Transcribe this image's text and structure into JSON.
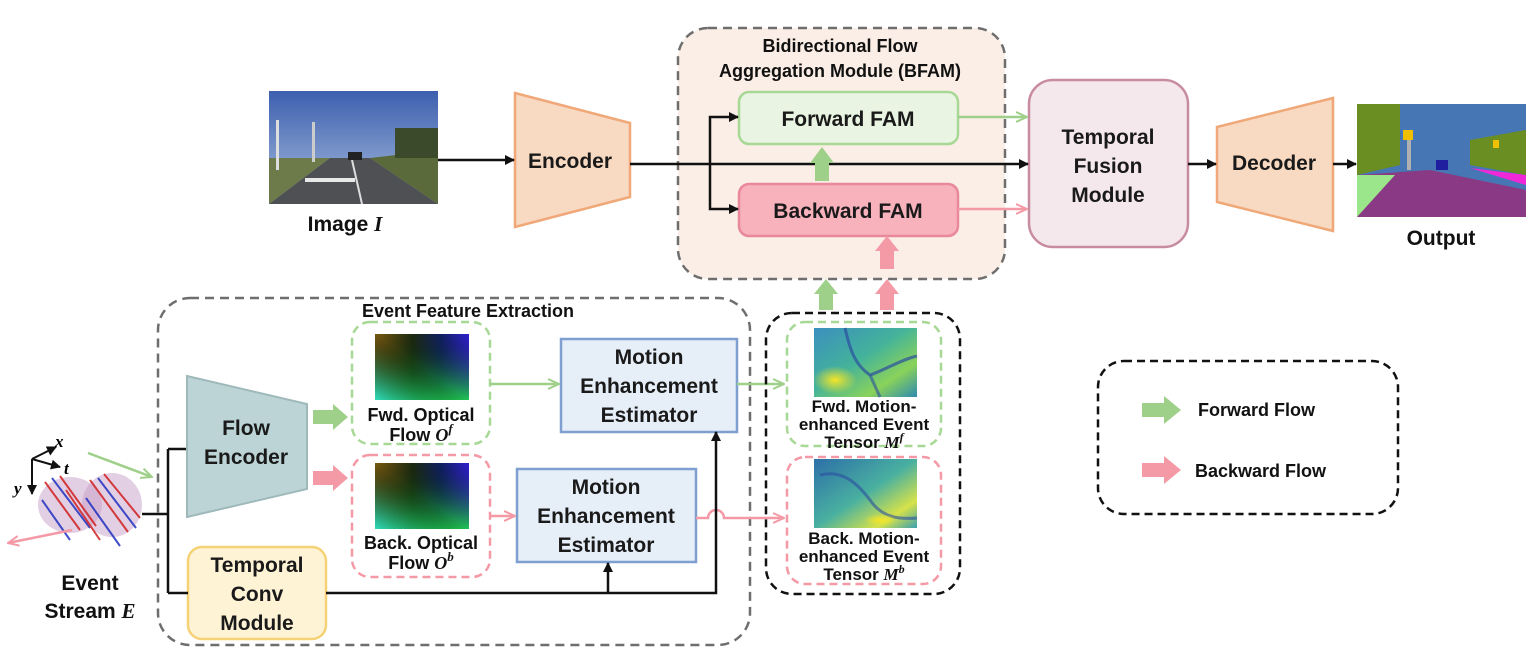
{
  "modules": {
    "encoder": "Encoder",
    "decoder": "Decoder",
    "temporal_fusion": [
      "Temporal",
      "Fusion",
      "Module"
    ],
    "bfam_title": [
      "Bidirectional Flow",
      "Aggregation Module (BFAM)"
    ],
    "forward_fam": "Forward FAM",
    "backward_fam": "Backward FAM",
    "event_feature_extraction": "Event Feature Extraction",
    "flow_encoder": [
      "Flow",
      "Encoder"
    ],
    "motion_enhancement_estimator": [
      "Motion",
      "Enhancement",
      "Estimator"
    ],
    "temporal_conv_module": [
      "Temporal",
      "Conv",
      "Module"
    ]
  },
  "labels": {
    "image": "Image",
    "image_symbol": "I",
    "output": "Output",
    "event_stream": [
      "Event",
      "Stream"
    ],
    "event_symbol": "E",
    "fwd_optical_flow": [
      "Fwd. Optical",
      "Flow"
    ],
    "fwd_flow_symbol": "O",
    "fwd_flow_sup": "f",
    "back_optical_flow": [
      "Back. Optical",
      "Flow"
    ],
    "back_flow_symbol": "O",
    "back_flow_sup": "b",
    "fwd_tensor": [
      "Fwd. Motion-",
      "enhanced Event",
      "Tensor"
    ],
    "fwd_tensor_symbol": "M",
    "fwd_tensor_sup": "f",
    "back_tensor": [
      "Back. Motion-",
      "enhanced Event",
      "Tensor"
    ],
    "back_tensor_symbol": "M",
    "back_tensor_sup": "b",
    "axis_x": "x",
    "axis_y": "y",
    "axis_t": "t"
  },
  "legend": {
    "forward": "Forward Flow",
    "backward": "Backward Flow"
  },
  "colors": {
    "forward_green": "#9fd08a",
    "backward_pink": "#f49aa6",
    "encoder_orange": "#f8d9c2",
    "encoder_border": "#f0a878",
    "flow_encoder": "#bcd4d6",
    "mee_fill": "#e6eef8",
    "mee_border": "#7f9fd0",
    "tcm_fill": "#fff3d6",
    "tcm_border": "#f5d275",
    "bfam_fill": "#fbeee6",
    "tfm_fill": "#f5e8ec",
    "tfm_border": "#c88ca0"
  }
}
